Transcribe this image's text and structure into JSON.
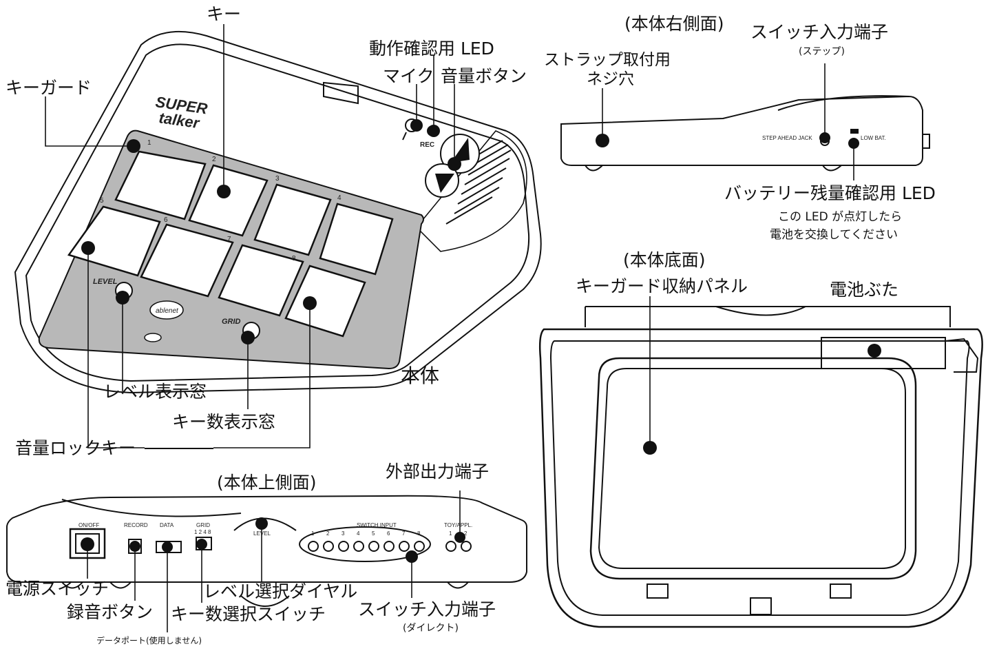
{
  "main_view": {
    "labels": {
      "key": "キー",
      "activity_led": "動作確認用 LED",
      "mic": "マイク",
      "volume_button": "音量ボタン",
      "key_guard": "キーガード",
      "level_window": "レベル表示窓",
      "key_count_window": "キー数表示窓",
      "volume_lock_key": "音量ロックキー",
      "body": "本体"
    },
    "device_text": {
      "logo_line1": "SUPER",
      "logo_line2": "talker",
      "level": "LEVEL",
      "grid": "GRID",
      "brand": "ablenet",
      "rec": "REC",
      "key_numbers": [
        "1",
        "2",
        "3",
        "4",
        "5",
        "6",
        "7",
        "8"
      ]
    }
  },
  "right_view": {
    "heading": "(本体右側面)",
    "labels": {
      "switch_jack": "スイッチ入力端子",
      "switch_jack_sub": "(ステップ)",
      "strap_hole_line1": "ストラップ取付用",
      "strap_hole_line2": "ネジ穴",
      "battery_led": "バッテリー残量確認用 LED",
      "battery_note_line1": "この LED が点灯したら",
      "battery_note_line2": "電池を交換してください"
    },
    "device_text": {
      "step_ahead": "STEP AHEAD JACK",
      "low_bat": "LOW BAT."
    }
  },
  "bottom_view": {
    "heading": "(本体底面)",
    "labels": {
      "key_guard_panel": "キーガード収納パネル",
      "battery_cover": "電池ぶた"
    }
  },
  "top_view": {
    "heading": "(本体上側面)",
    "labels": {
      "external_output": "外部出力端子",
      "power_switch": "電源スイッチ",
      "record_button": "録音ボタン",
      "data_port": "データポート(使用しません)",
      "level_dial": "レベル選択ダイヤル",
      "key_count_switch": "キー数選択スイッチ",
      "switch_input": "スイッチ入力端子",
      "switch_input_sub": "(ダイレクト)"
    },
    "device_text": {
      "on_off": "ON/OFF",
      "record": "RECORD",
      "data": "DATA",
      "grid": "GRID",
      "grid_values": "1 2 4 8",
      "level": "LEVEL",
      "switch_input": "SWITCH INPUT",
      "switch_numbers": [
        "1",
        "2",
        "3",
        "4",
        "5",
        "6",
        "7",
        "8"
      ],
      "toy_appl": "TOY/APPL.",
      "toy_numbers": [
        "1",
        "2"
      ]
    }
  }
}
